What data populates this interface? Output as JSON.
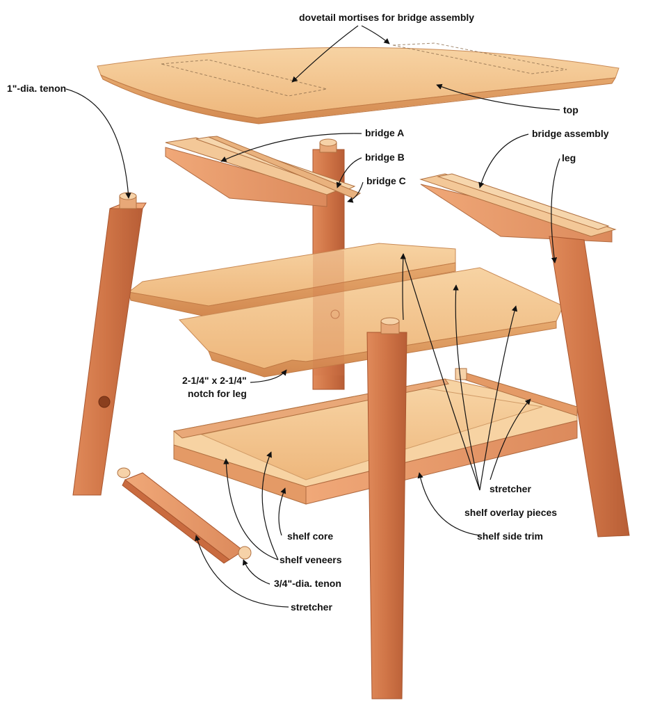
{
  "labels": {
    "dovetail_mortises": "dovetail mortises for bridge assembly",
    "top": "top",
    "tenon_1in": "1\"-dia. tenon",
    "bridge_a": "bridge A",
    "bridge_b": "bridge B",
    "bridge_c": "bridge C",
    "bridge_assembly": "bridge assembly",
    "leg": "leg",
    "notch_line1": "2-1/4\" x 2-1/4\"",
    "notch_line2": "notch for leg",
    "stretcher_right": "stretcher",
    "shelf_overlay_pieces": "shelf overlay pieces",
    "shelf_side_trim": "shelf side trim",
    "shelf_core": "shelf core",
    "shelf_veneers": "shelf veneers",
    "tenon_3_4in": "3/4\"-dia. tenon",
    "stretcher_bottom": "stretcher"
  },
  "colors": {
    "light_wood": "#f2c48e",
    "light_wood_edge": "#e0a368",
    "dark_wood": "#cf7a4e",
    "dark_wood_edge": "#b3603a",
    "line": "#111111"
  }
}
